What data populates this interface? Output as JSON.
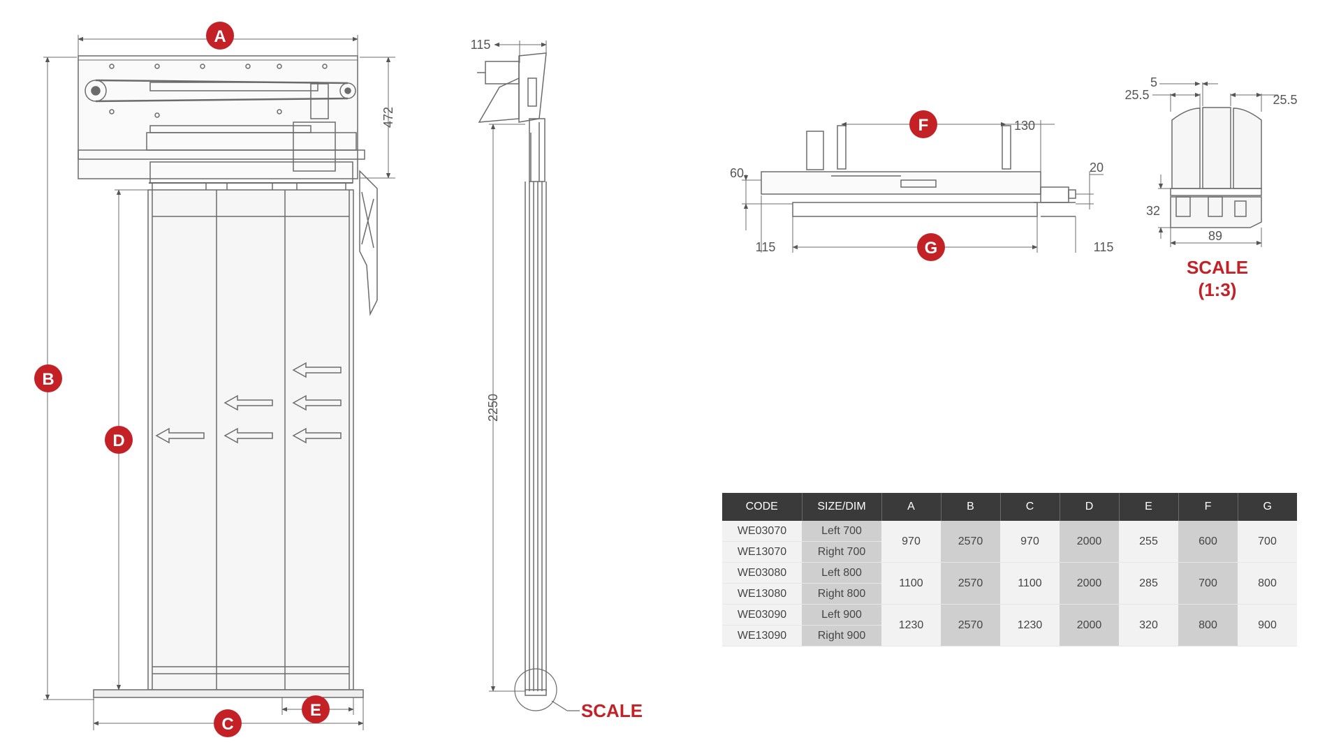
{
  "badges": {
    "a": "A",
    "b": "B",
    "c": "C",
    "d": "D",
    "e": "E",
    "f": "F",
    "g": "G"
  },
  "dimensions": {
    "side_top": "115",
    "side_height": "472",
    "side_door": "2250",
    "sill_left_offset": "115",
    "sill_right_offset": "115",
    "sill_top": "60",
    "sill_right_top": "130",
    "sill_right_small": "20",
    "profile_top": "5",
    "profile_left": "25.5",
    "profile_right": "25.5",
    "profile_height": "32",
    "profile_width": "89"
  },
  "labels": {
    "scale": "SCALE",
    "scale_note_line1": "SCALE",
    "scale_note_line2": "(1:3)"
  },
  "colors": {
    "accent": "#c42127",
    "line": "#6b6b6b",
    "header": "#3a3a3a"
  },
  "table": {
    "headers": [
      "CODE",
      "SIZE/DIM",
      "A",
      "B",
      "C",
      "D",
      "E",
      "F",
      "G"
    ],
    "groups": [
      {
        "rows": [
          {
            "code": "WE03070",
            "size": "Left 700"
          },
          {
            "code": "WE13070",
            "size": "Right 700"
          }
        ],
        "a": "970",
        "b": "2570",
        "c": "970",
        "d": "2000",
        "e": "255",
        "f": "600",
        "g": "700"
      },
      {
        "rows": [
          {
            "code": "WE03080",
            "size": "Left 800"
          },
          {
            "code": "WE13080",
            "size": "Right 800"
          }
        ],
        "a": "1100",
        "b": "2570",
        "c": "1100",
        "d": "2000",
        "e": "285",
        "f": "700",
        "g": "800"
      },
      {
        "rows": [
          {
            "code": "WE03090",
            "size": "Left 900"
          },
          {
            "code": "WE13090",
            "size": "Right 900"
          }
        ],
        "a": "1230",
        "b": "2570",
        "c": "1230",
        "d": "2000",
        "e": "320",
        "f": "800",
        "g": "900"
      }
    ]
  }
}
